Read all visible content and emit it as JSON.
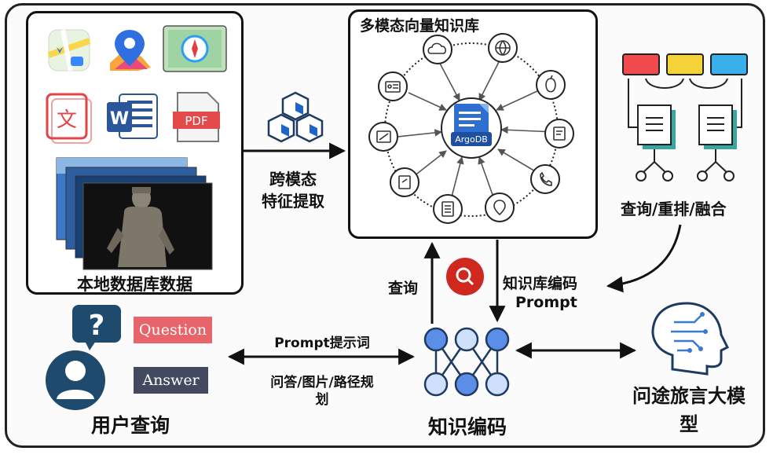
{
  "local_db": {
    "caption": "本地数据库数据",
    "icons": [
      "maps-app-icon",
      "location-pin-icon",
      "compass-map-icon",
      "translate-icon",
      "word-icon",
      "pdf-icon"
    ],
    "pdf_text": "PDF",
    "word_letter": "W",
    "translate_char": "文"
  },
  "feature_extract": {
    "line1": "跨模态",
    "line2": "特征提取"
  },
  "kb": {
    "title": "多模态向量知识库",
    "center": "ArgoDB",
    "nodes": [
      "cloud-icon",
      "globe-icon",
      "apple-icon",
      "id-card-icon",
      "ticket-icon",
      "chat-doc-icon",
      "flight-ticket-icon",
      "phone-icon",
      "link-doc-icon",
      "location-pin-icon",
      "list-doc-icon"
    ]
  },
  "rerank": {
    "label": "查询/重排/融合",
    "colors": [
      "#f04a4f",
      "#f6d23a",
      "#3ab0ea"
    ]
  },
  "query_label": "查询",
  "kb_encode": {
    "line1": "知识库编码",
    "line2": "Prompt"
  },
  "user": {
    "question": "Question",
    "answer": "Answer",
    "label": "用户查询",
    "question_mark": "?"
  },
  "prompt_arrow": {
    "top": "Prompt提示词",
    "bottom_line1": "问答/图片/路径规",
    "bottom_line2": "划"
  },
  "encoder_label": "知识编码",
  "llm": {
    "line1": "问途旅言大模",
    "line2": "型"
  },
  "colors": {
    "accent_blue": "#1f65c8",
    "dark_blue": "#1e3a5f",
    "question_pink": "#e7646a",
    "answer_slate": "#434a5f",
    "search_red": "#d0281e"
  }
}
